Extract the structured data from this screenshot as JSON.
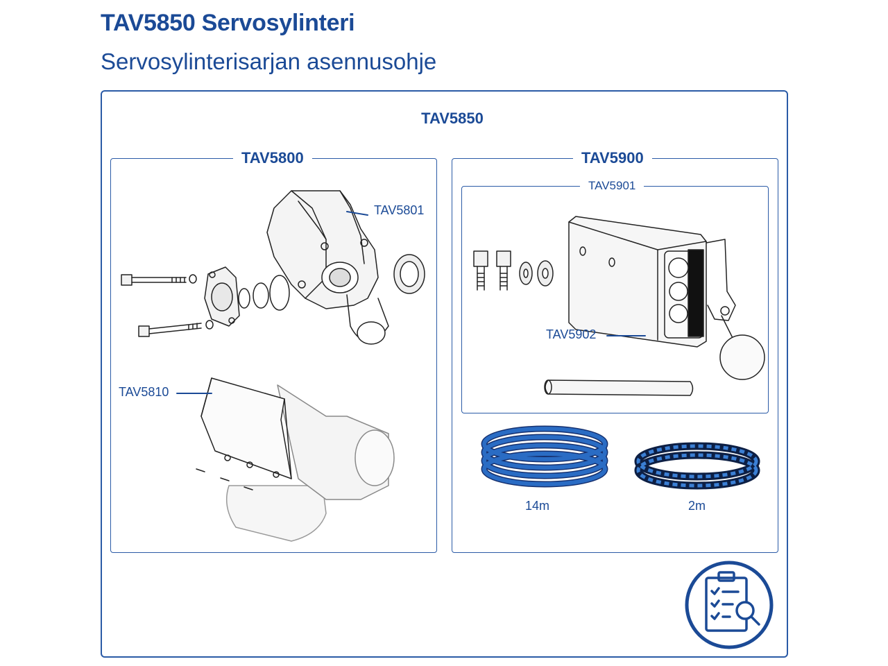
{
  "header": {
    "title": "TAV5850 Servosylinteri",
    "subtitle": "Servosylinterisarjan asennusohje"
  },
  "kit": {
    "code": "TAV5850",
    "left_group": {
      "code": "TAV5800",
      "parts": {
        "cylinder": "TAV5801",
        "plate": "TAV5810"
      }
    },
    "right_group": {
      "code": "TAV5900",
      "subgroup": {
        "code": "TAV5901",
        "valve": "TAV5902"
      },
      "hoses": {
        "long": "14m",
        "short": "2m"
      }
    }
  },
  "icons": {
    "checklist": "clipboard-checklist-magnifier-icon",
    "accent": "#1b4a96",
    "hose_blue": "#2a6cc4"
  }
}
